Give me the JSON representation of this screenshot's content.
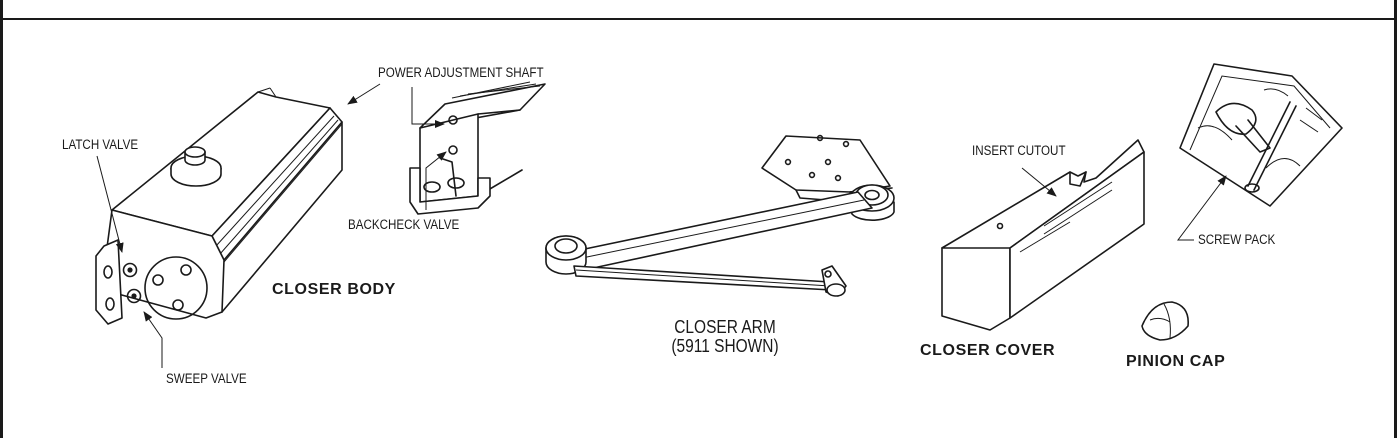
{
  "callouts": {
    "power_adjustment_shaft": "POWER ADJUSTMENT SHAFT",
    "latch_valve": "LATCH VALVE",
    "backcheck_valve": "BACKCHECK VALVE",
    "sweep_valve": "SWEEP VALVE",
    "insert_cutout": "INSERT CUTOUT",
    "screw_pack": "SCREW PACK"
  },
  "parts": {
    "closer_body": "CLOSER BODY",
    "closer_arm_line1": "CLOSER ARM",
    "closer_arm_line2": "(5911 SHOWN)",
    "closer_cover": "CLOSER COVER",
    "pinion_cap": "PINION CAP"
  }
}
